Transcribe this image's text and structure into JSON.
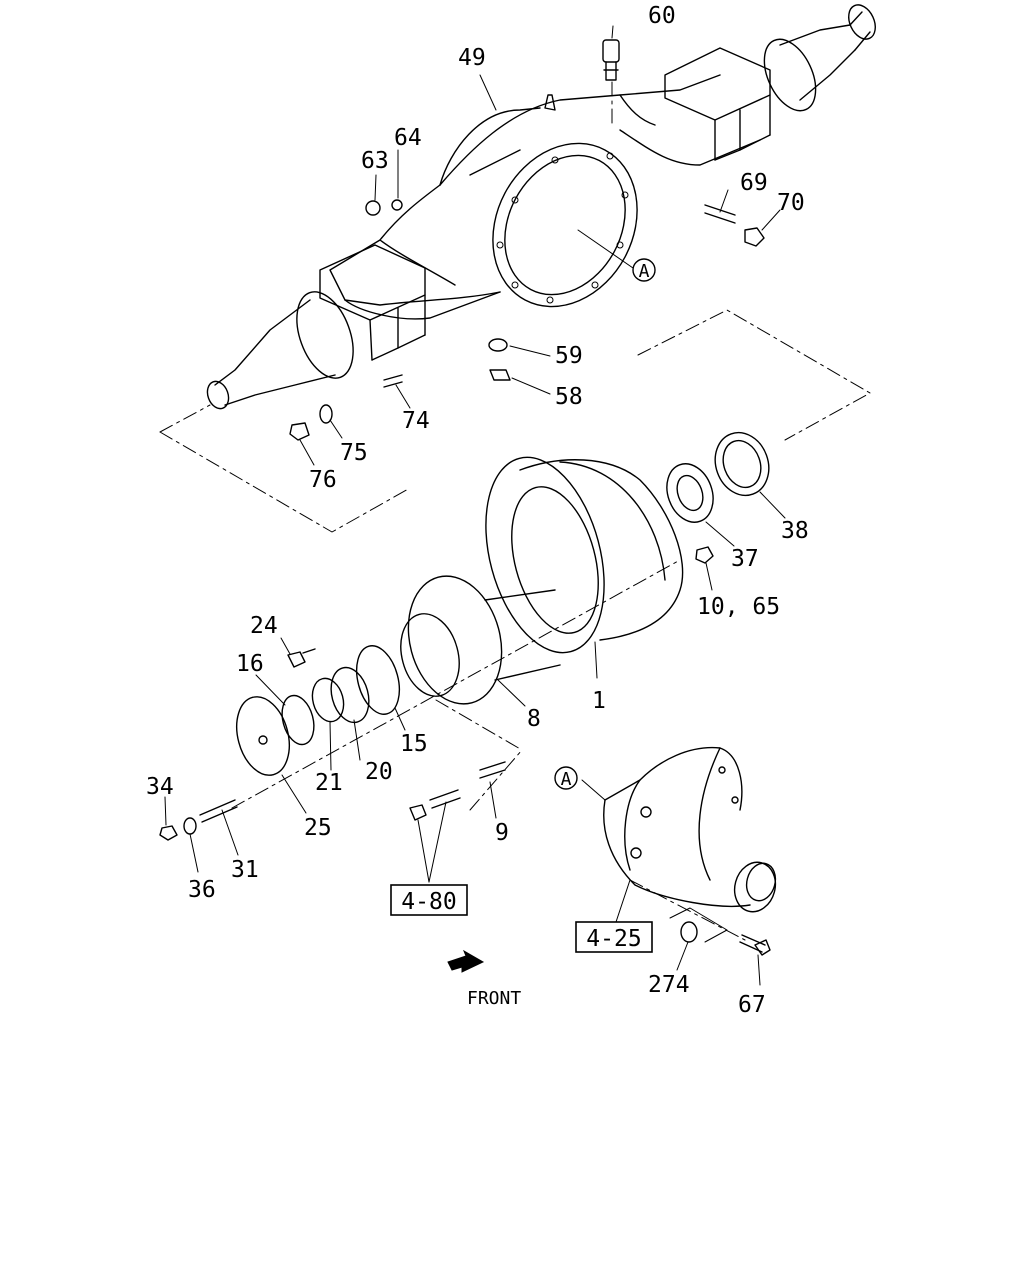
{
  "callouts": {
    "p60": "60",
    "p49": "49",
    "p64": "64",
    "p63": "63",
    "p69": "69",
    "p70": "70",
    "pA_top": "A",
    "p59": "59",
    "p58": "58",
    "p74": "74",
    "p75": "75",
    "p76": "76",
    "p38": "38",
    "p37": "37",
    "p10_65": "10, 65",
    "p1": "1",
    "p8": "8",
    "p24": "24",
    "p16": "16",
    "p15": "15",
    "p20": "20",
    "p21": "21",
    "p25": "25",
    "p34": "34",
    "p36": "36",
    "p31": "31",
    "p9": "9",
    "pA_bottom": "A",
    "p274": "274",
    "p67": "67"
  },
  "references": {
    "ref_4_80": "4-80",
    "ref_4_25": "4-25"
  },
  "front_label": "FRONT"
}
